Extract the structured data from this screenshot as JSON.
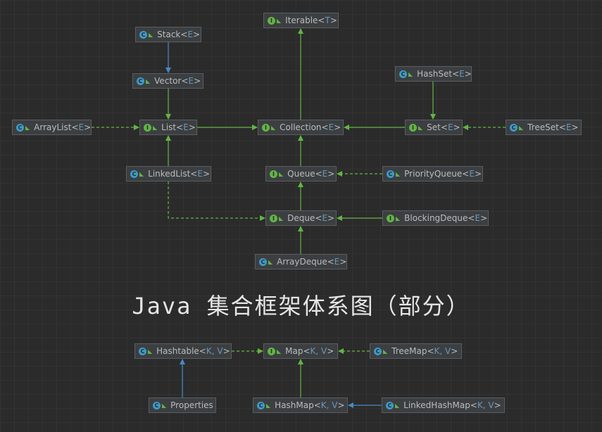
{
  "title": "Java 集合框架体系图（部分）",
  "colors": {
    "background": "#2b2b2b",
    "node_bg": "#3c3f41",
    "node_border": "#5a5d60",
    "inherit_line": "#62b543",
    "extends_class_line": "#4a88c7",
    "class_icon": "#3f9ac9",
    "interface_icon": "#62b543"
  },
  "nodes": [
    {
      "id": "iterable",
      "name": "Iterable",
      "kind": "interface",
      "params": "T"
    },
    {
      "id": "stack",
      "name": "Stack",
      "kind": "class",
      "params": "E"
    },
    {
      "id": "vector",
      "name": "Vector",
      "kind": "class",
      "params": "E"
    },
    {
      "id": "hashset",
      "name": "HashSet",
      "kind": "class",
      "params": "E"
    },
    {
      "id": "arraylist",
      "name": "ArrayList",
      "kind": "class",
      "params": "E"
    },
    {
      "id": "list",
      "name": "List",
      "kind": "interface",
      "params": "E"
    },
    {
      "id": "collection",
      "name": "Collection",
      "kind": "interface",
      "params": "E"
    },
    {
      "id": "set",
      "name": "Set",
      "kind": "interface",
      "params": "E"
    },
    {
      "id": "treeset",
      "name": "TreeSet",
      "kind": "class",
      "params": "E"
    },
    {
      "id": "linkedlist",
      "name": "LinkedList",
      "kind": "class",
      "params": "E"
    },
    {
      "id": "queue",
      "name": "Queue",
      "kind": "interface",
      "params": "E"
    },
    {
      "id": "priorityqueue",
      "name": "PriorityQueue",
      "kind": "class",
      "params": "E"
    },
    {
      "id": "deque",
      "name": "Deque",
      "kind": "interface",
      "params": "E"
    },
    {
      "id": "blockingdeque",
      "name": "BlockingDeque",
      "kind": "interface",
      "params": "E"
    },
    {
      "id": "arraydeque",
      "name": "ArrayDeque",
      "kind": "class",
      "params": "E"
    },
    {
      "id": "hashtable",
      "name": "Hashtable",
      "kind": "class",
      "params": "K, V"
    },
    {
      "id": "map",
      "name": "Map",
      "kind": "interface",
      "params": "K, V"
    },
    {
      "id": "treemap",
      "name": "TreeMap",
      "kind": "class",
      "params": "K, V"
    },
    {
      "id": "properties",
      "name": "Properties",
      "kind": "class",
      "params": ""
    },
    {
      "id": "hashmap",
      "name": "HashMap",
      "kind": "class",
      "params": "K, V"
    },
    {
      "id": "linkedhashmap",
      "name": "LinkedHashMap",
      "kind": "class",
      "params": "K, V"
    }
  ],
  "edges": [
    {
      "from": "stack",
      "to": "vector",
      "style": "extends-class"
    },
    {
      "from": "vector",
      "to": "list",
      "style": "implements"
    },
    {
      "from": "arraylist",
      "to": "list",
      "style": "implements-dashed"
    },
    {
      "from": "list",
      "to": "collection",
      "style": "extends"
    },
    {
      "from": "collection",
      "to": "iterable",
      "style": "extends"
    },
    {
      "from": "hashset",
      "to": "set",
      "style": "implements"
    },
    {
      "from": "set",
      "to": "collection",
      "style": "extends"
    },
    {
      "from": "treeset",
      "to": "set",
      "style": "implements-dashed"
    },
    {
      "from": "linkedlist",
      "to": "list",
      "style": "implements"
    },
    {
      "from": "linkedlist",
      "to": "deque",
      "style": "implements-dashed"
    },
    {
      "from": "queue",
      "to": "collection",
      "style": "extends"
    },
    {
      "from": "priorityqueue",
      "to": "queue",
      "style": "implements-dashed"
    },
    {
      "from": "deque",
      "to": "queue",
      "style": "extends"
    },
    {
      "from": "blockingdeque",
      "to": "deque",
      "style": "extends"
    },
    {
      "from": "arraydeque",
      "to": "deque",
      "style": "implements"
    },
    {
      "from": "hashtable",
      "to": "map",
      "style": "implements-dashed"
    },
    {
      "from": "treemap",
      "to": "map",
      "style": "implements-dashed"
    },
    {
      "from": "properties",
      "to": "hashtable",
      "style": "extends-class"
    },
    {
      "from": "hashmap",
      "to": "map",
      "style": "implements"
    },
    {
      "from": "linkedhashmap",
      "to": "hashmap",
      "style": "extends-class"
    }
  ]
}
